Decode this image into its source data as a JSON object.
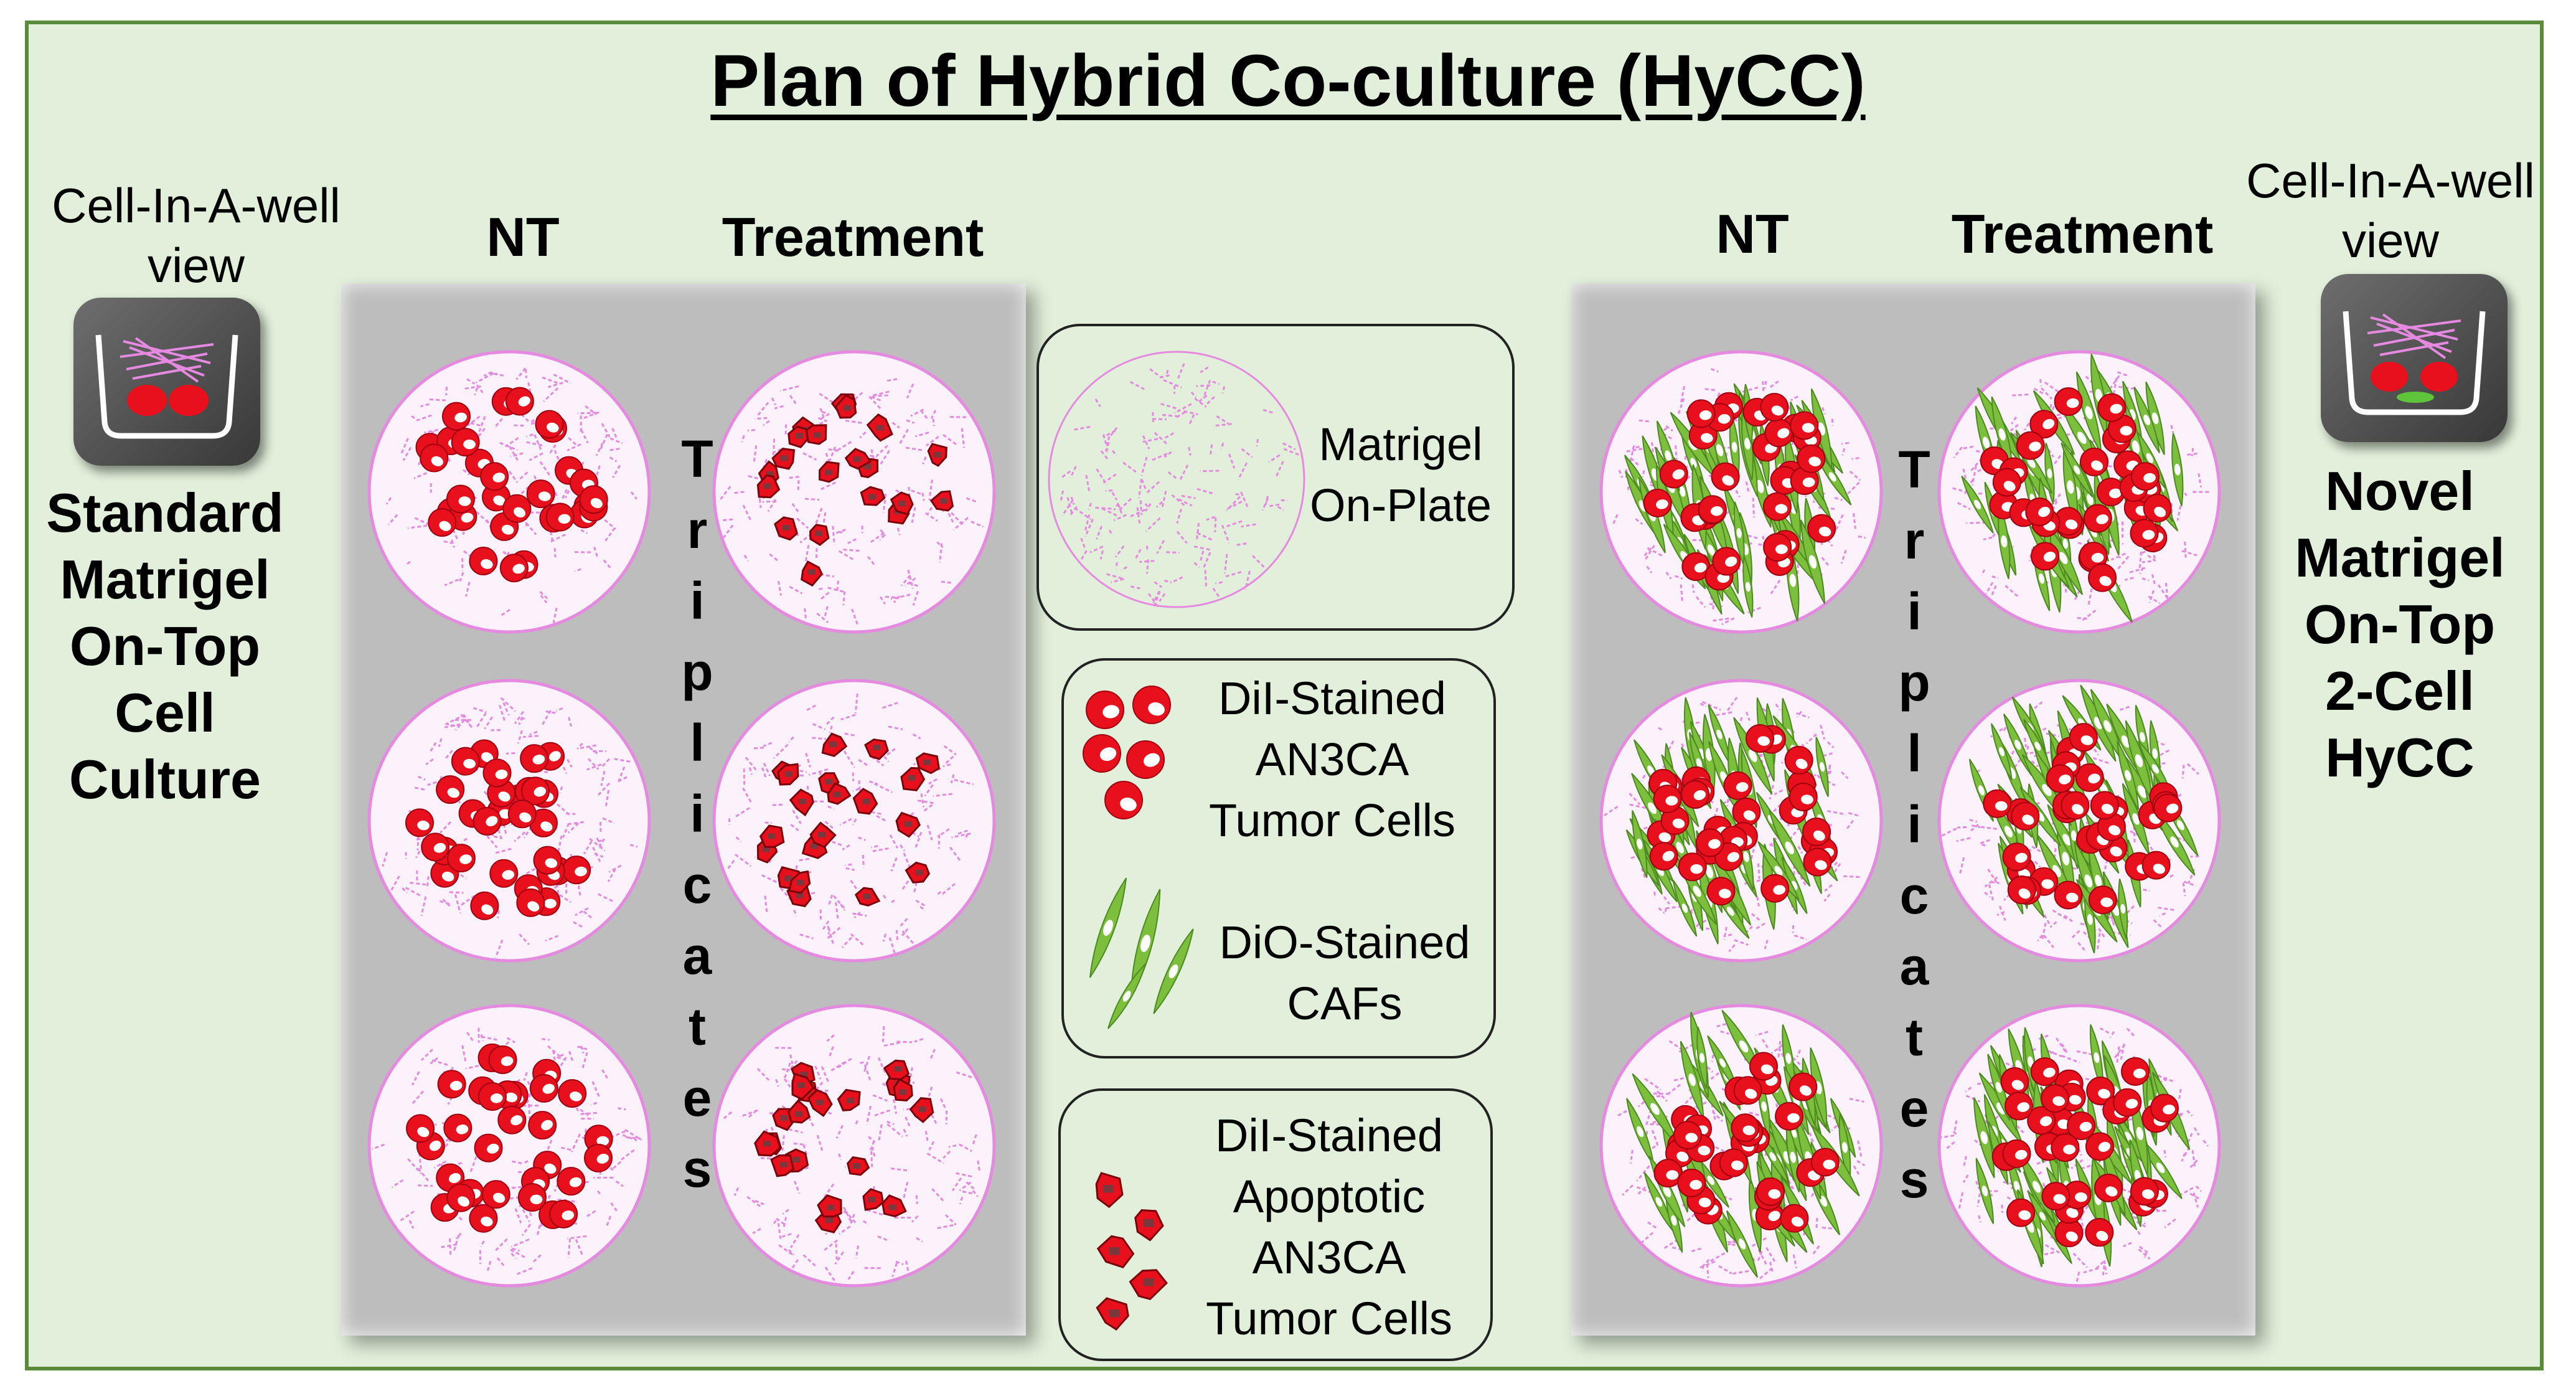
{
  "title": "Plan of Hybrid Co-culture (HyCC)",
  "left": {
    "view_label": "Cell-In-A-well\nview",
    "description": "Standard\nMatrigel\nOn-Top\nCell\nCulture",
    "col_nt": "NT",
    "col_treatment": "Treatment",
    "triplicates": "Triplicates"
  },
  "right": {
    "view_label": "Cell-In-A-well\nview",
    "description": "Novel\nMatrigel\nOn-Top\n2-Cell\nHyCC",
    "col_nt": "NT",
    "col_treatment": "Treatment",
    "triplicates": "Triplicates"
  },
  "legend": {
    "matrigel": "Matrigel\nOn-Plate",
    "dil_tumor": "DiI-Stained\nAN3CA\nTumor Cells",
    "dio_caf": "DiO-Stained\nCAFs",
    "apoptotic": "DiI-Stained\nApoptotic\nAN3CA\nTumor Cells"
  },
  "colors": {
    "background": "#e2efda",
    "border": "#5a8a3a",
    "tumor_cell": "#e8101c",
    "caf": "#7cbf3c",
    "matrigel": "#e58ae0",
    "panel": "#bdbdbd"
  }
}
